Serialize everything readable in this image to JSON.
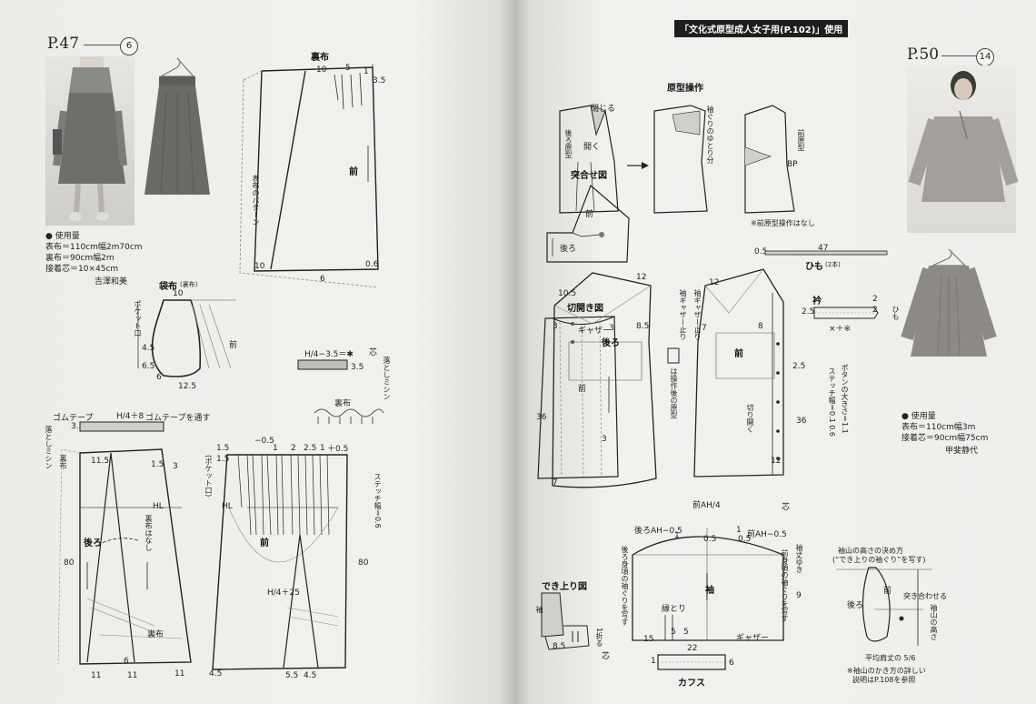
{
  "left_page": {
    "page_number": "P.47",
    "item_number": "6",
    "fabric_usage": {
      "heading": "使用量",
      "lines": [
        "表布＝110cm幅2m70cm",
        "裏布＝90cm幅2m",
        "接着芯＝10×45cm"
      ],
      "author": "吉澤和美"
    },
    "lining_pattern": {
      "title": "裏布",
      "front_label": "前",
      "pattern_note": "表布のパターン",
      "dims": [
        "10",
        "5",
        "1",
        "3.5",
        "6",
        "10",
        "0.6"
      ]
    },
    "pocket_bag": {
      "title": "袋布",
      "title_sub": "(裏布)",
      "pocket_opening": "ポケット口",
      "front_label": "前",
      "dims": [
        "10",
        "4.5",
        "6.5",
        "6",
        "12.5"
      ]
    },
    "interfacing": {
      "formula": "H/4−3.5＝✱",
      "dim": "3.5",
      "core_label": "芯",
      "ease_label": "落としミシン",
      "lining_label": "裏布"
    },
    "back_piece": {
      "elastic_tape": "ゴムテープ",
      "elastic_formula": "H/4＋8",
      "elastic_pass": "ゴムテープを通す",
      "top_dim": "3.5",
      "ease_label": "落としミシン",
      "lining_label": "裏布",
      "back_label": "後ろ",
      "hl_label": "HL",
      "no_lining_label": "裏布はなし",
      "lining_hem_label": "裏布",
      "dims": [
        "11.5",
        "1.5",
        "3",
        "80",
        "6",
        "11",
        "11",
        "11"
      ]
    },
    "front_piece": {
      "pocket_opening": "(ポケット口)",
      "hl_label": "HL",
      "front_label": "前",
      "formula": "H/4＋25",
      "stitch_label": "ステッチ幅＝0.6",
      "tuck_marks": [
        "−0.5",
        "1",
        "2",
        "2.5",
        "1",
        "＋0.5"
      ],
      "dims": [
        "1.5",
        "1.5",
        "80",
        "4.5",
        "5.5",
        "4.5"
      ]
    }
  },
  "right_page": {
    "header_tag": "「文化式原型成人女子用(P.102)」使用",
    "page_number": "P.50",
    "item_number": "14",
    "fabric_usage": {
      "heading": "使用量",
      "lines": [
        "表布＝110cm幅3m",
        "接着芯＝90cm幅75cm"
      ],
      "author": "甲斐静代"
    },
    "pattern_op": {
      "title": "原型操作",
      "close_label": "閉じる",
      "open_label": "開く",
      "back_base_label": "後ろ原型",
      "armhole_ease": "袖ぐりのゆとり分",
      "front_base_label": "前原型",
      "bp_label": "BP",
      "note": "※前原型操作はなし"
    },
    "match_diagram": {
      "title": "突合せ図",
      "front_label": "前",
      "back_label": "後ろ"
    },
    "cut_open_diagram": {
      "title": "切開き図",
      "gather_label": "ギャザー",
      "front_label": "前",
      "dims": [
        "3",
        "3",
        "3"
      ]
    },
    "tie": {
      "label": "ひも",
      "count": "(2本)",
      "dims": [
        "0.5",
        "47"
      ]
    },
    "collar": {
      "label": "衿",
      "tie_label": "ひも",
      "formula": "×＋※",
      "dims": [
        "2.5",
        "2",
        "2"
      ]
    },
    "back_bodice": {
      "back_label": "後ろ",
      "yoke_gather": "袖ギャザー止り",
      "note": "は操作後の原型",
      "dims": [
        "10.5",
        "12",
        "8.5",
        "36",
        "7"
      ]
    },
    "front_bodice": {
      "front_label": "前",
      "yoke_gather": "袖ギャザー止り",
      "cut_open": "切り開く",
      "button_label": "ボタンの大きさ＝1.1",
      "stitch_label": "ステッチ幅＝0.1 0.6",
      "core_label": "芯",
      "dims": [
        "12",
        "7",
        "8",
        "2.5",
        "36",
        "12"
      ]
    },
    "sleeve": {
      "front_ah": "前AH/4",
      "back_ah_formula": "後ろAH−0.5",
      "front_ah_formula": "前AH−0.5",
      "back_gather": "後ろ身頃の袖ぐりを写す",
      "front_gather": "前身頃の袖ぐりを写す",
      "sleeve_label": "袖",
      "sleeve_length": "袖丈ゆき",
      "edge_label": "縁とり",
      "gather_label": "ギャザー",
      "dims": [
        "1",
        "0.5",
        "1",
        "0.5",
        "15",
        "5",
        "9",
        "5"
      ]
    },
    "finished": {
      "title": "でき上り図",
      "fold_label": "1折る",
      "sleeve_label": "袖",
      "core_label": "芯",
      "dims": [
        "8.5"
      ]
    },
    "cuff": {
      "label": "カフス",
      "dims": [
        "22",
        "1",
        "6"
      ]
    },
    "sleeve_cap": {
      "title_line1": "袖山の高さの決め方",
      "title_line2": "(“でき上りの袖ぐり”を写す)",
      "front_label": "前",
      "back_label": "後ろ",
      "meet_label": "突き合わせる",
      "cap_height": "袖山の高さ",
      "avg_label": "平均肩丈の 5/6",
      "note_line1": "※袖山のかき方の詳しい",
      "note_line2": "説明はP.108を参照"
    }
  },
  "colors": {
    "page": "#efefec",
    "ink": "#222222",
    "header_bg": "#1e1e1e"
  }
}
